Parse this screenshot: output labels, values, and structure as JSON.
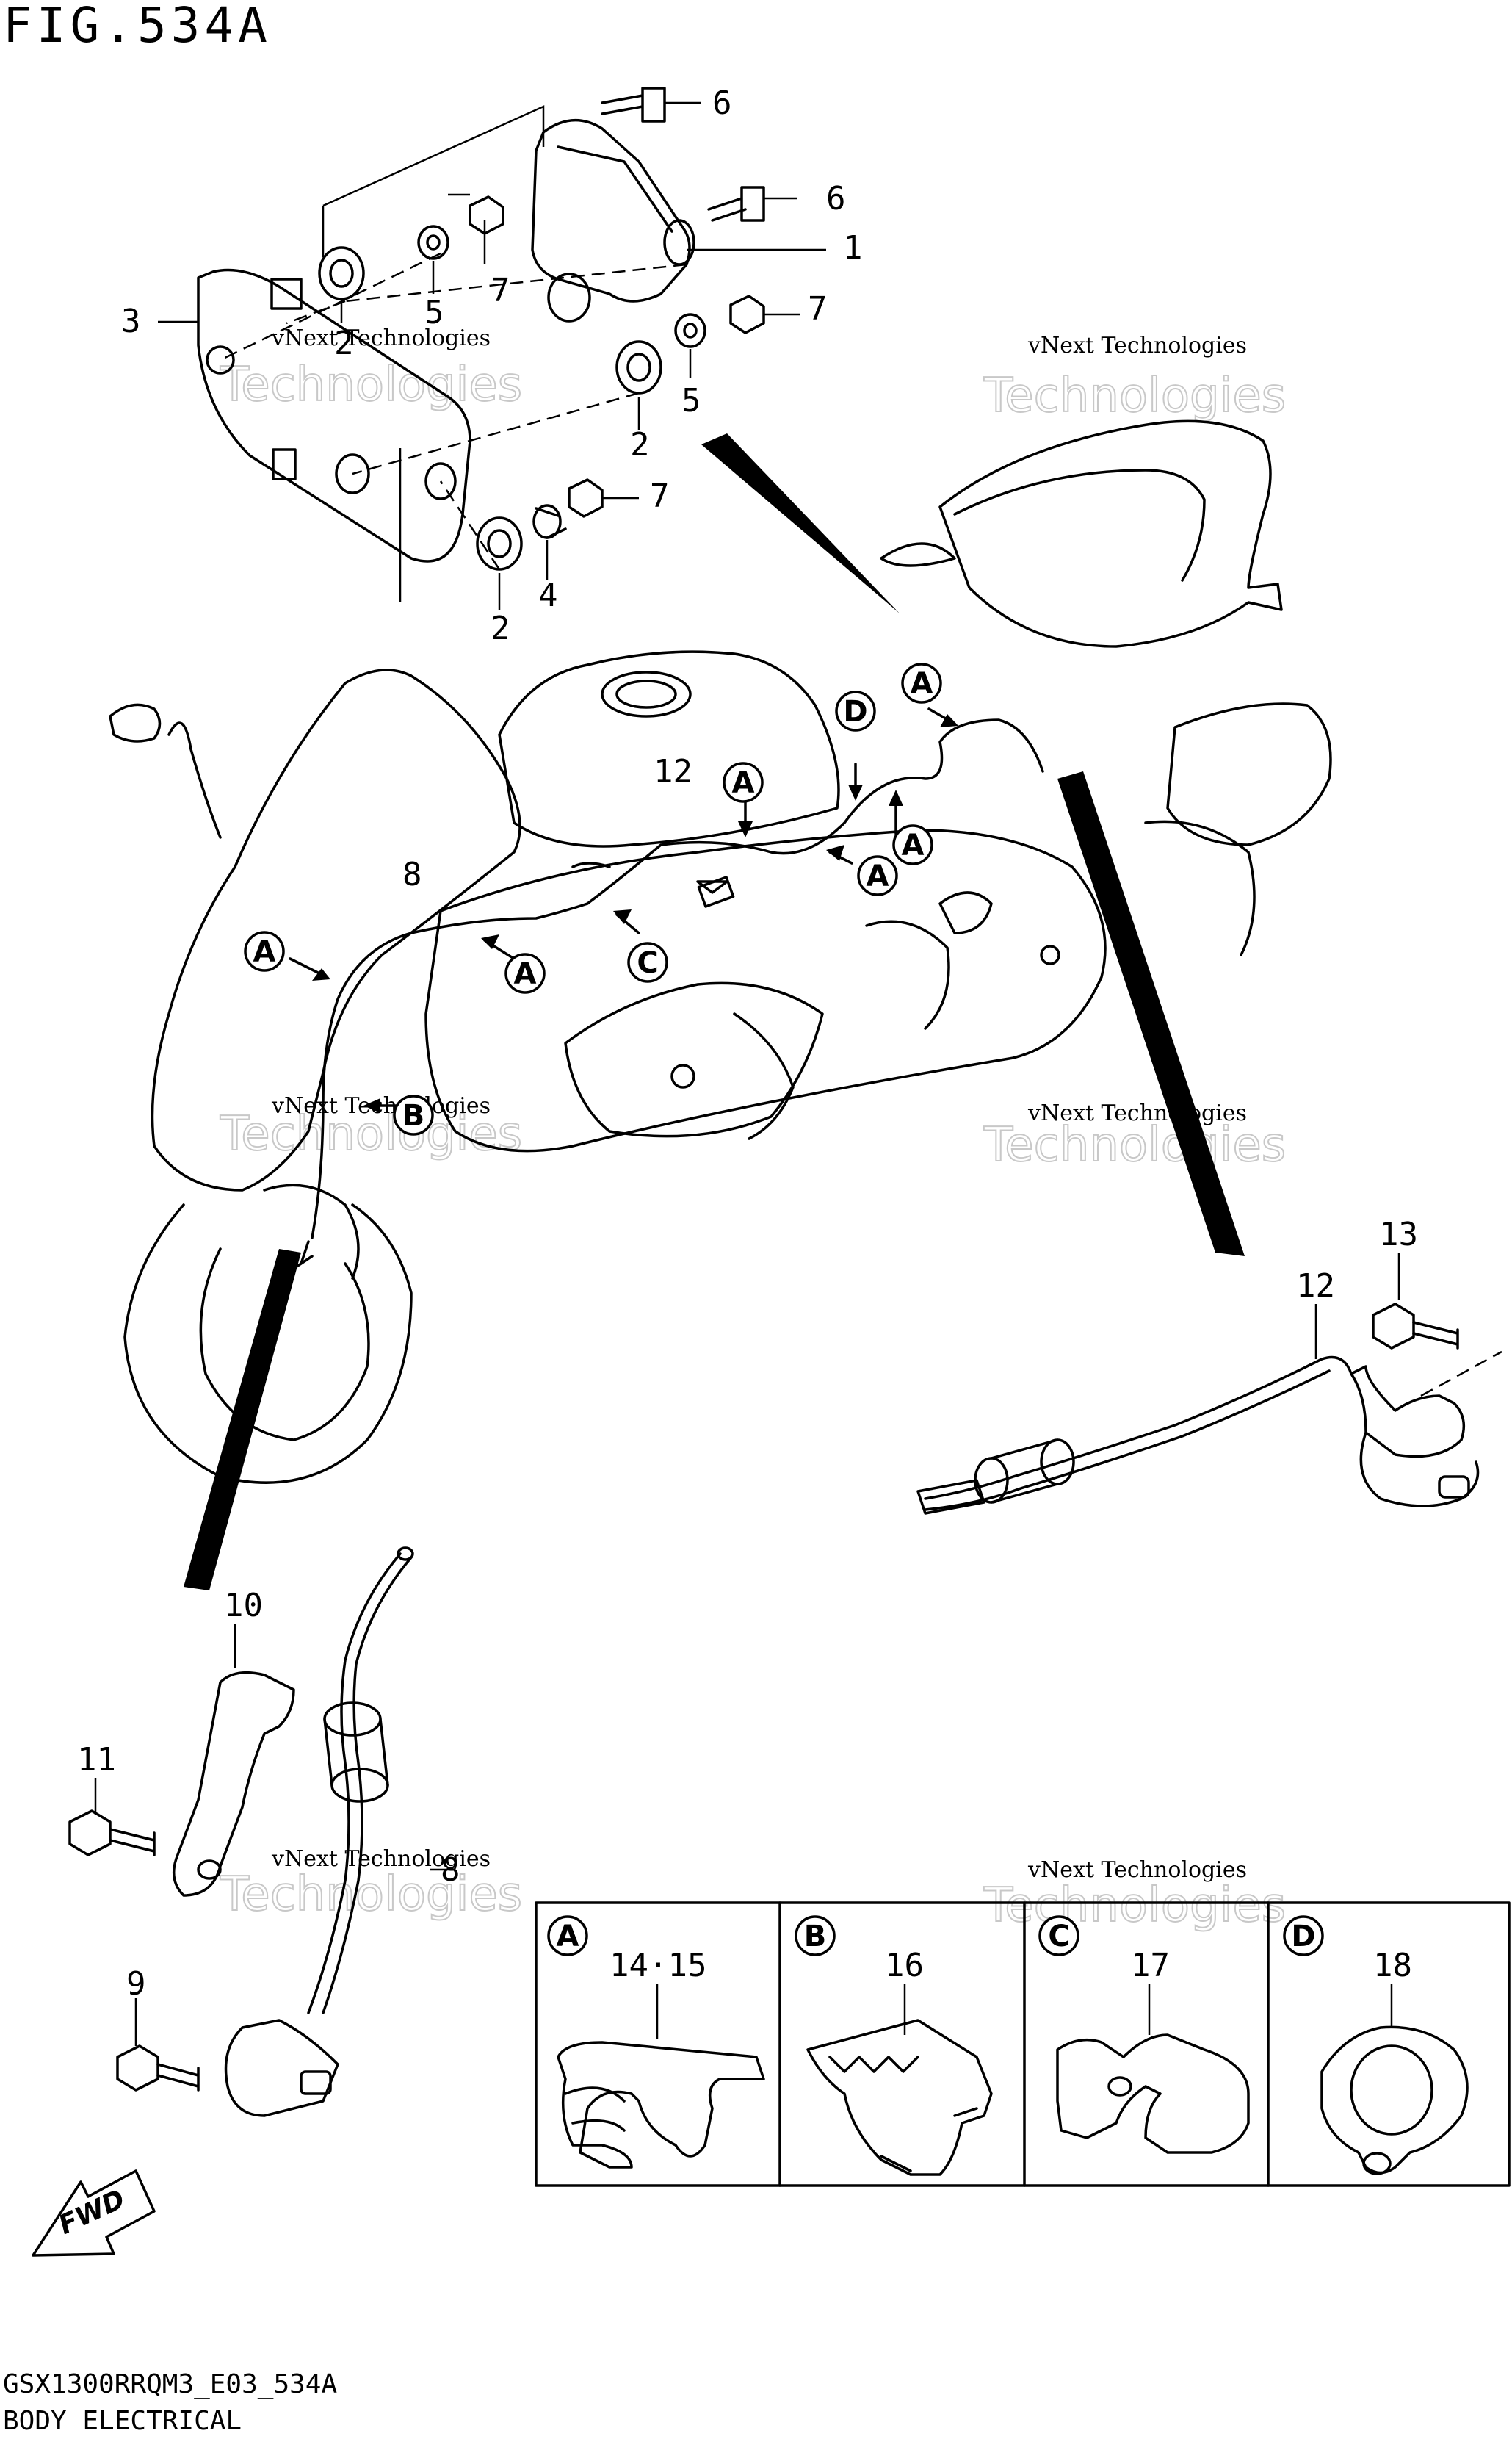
{
  "figure_title": "FIG.534A",
  "footer": {
    "code": "GSX1300RRQM3_E03_534A",
    "section": "BODY ELECTRICAL"
  },
  "watermark": {
    "brand": "vNext Technologies",
    "line1": "vNext",
    "line2": "Technologies"
  },
  "callouts": {
    "p1": "1",
    "p2a": "2",
    "p2b": "2",
    "p2c": "2",
    "p3": "3",
    "p4": "4",
    "p5a": "5",
    "p5b": "5",
    "p6a": "6",
    "p6b": "6",
    "p7a": "7",
    "p7b": "7",
    "p7c": "7",
    "p8a": "8",
    "p8b": "8",
    "p9": "9",
    "p10": "10",
    "p11": "11",
    "p12a": "12",
    "p12b": "12",
    "p13": "13"
  },
  "route_markers": {
    "a": "A",
    "b": "B",
    "c": "C",
    "d": "D"
  },
  "legend": [
    {
      "key": "A",
      "parts": "14·15"
    },
    {
      "key": "B",
      "parts": "16"
    },
    {
      "key": "C",
      "parts": "17"
    },
    {
      "key": "D",
      "parts": "18"
    }
  ],
  "fwd_label": "FWD"
}
